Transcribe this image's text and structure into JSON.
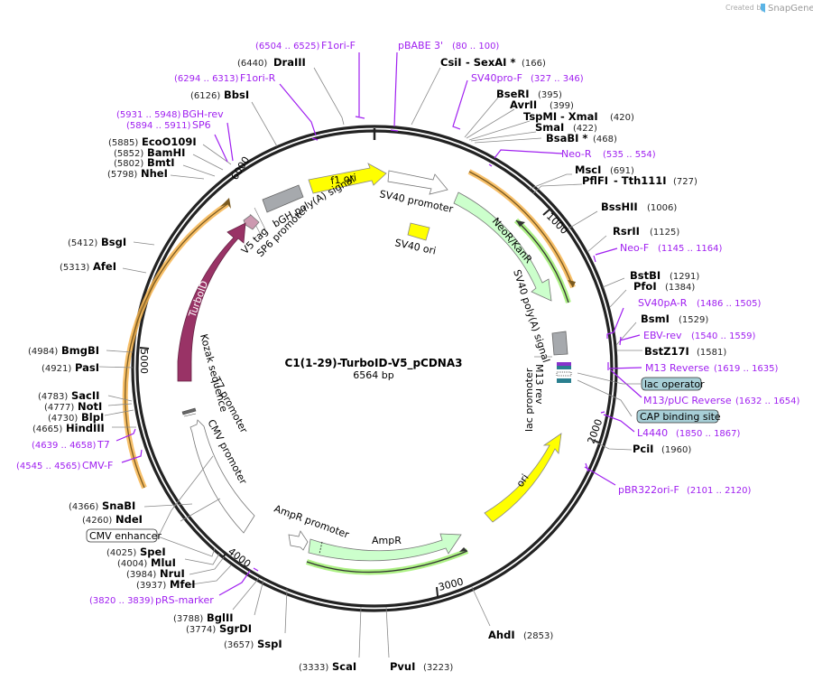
{
  "credit": {
    "prefix": "Created by",
    "brand": "SnapGene"
  },
  "map": {
    "name": "C1(1-29)-TurboID-V5_pCDNA3",
    "length_label": "6564 bp",
    "ticks": [
      "1000",
      "2000",
      "3000",
      "4000",
      "5000",
      "6000"
    ]
  },
  "enzymes": [
    {
      "name": "DraIII",
      "pos": "(6440)"
    },
    {
      "name": "CsiI",
      "extra": "- SexAI *",
      "pos": "(166)"
    },
    {
      "name": "BbsI",
      "pos": "(6126)"
    },
    {
      "name": "BseRI",
      "pos": "(395)"
    },
    {
      "name": "AvrII",
      "pos": "(399)"
    },
    {
      "name": "TspMI",
      "extra": "- XmaI",
      "pos": "(420)"
    },
    {
      "name": "SmaI",
      "pos": "(422)"
    },
    {
      "name": "BsaBI *",
      "pos": "(468)"
    },
    {
      "name": "EcoO109I",
      "pos": "(5885)"
    },
    {
      "name": "BamHI",
      "pos": "(5852)"
    },
    {
      "name": "BmtI",
      "pos": "(5802)"
    },
    {
      "name": "NheI",
      "pos": "(5798)"
    },
    {
      "name": "MscI",
      "pos": "(691)"
    },
    {
      "name": "PflFI",
      "extra": "- Tth111I",
      "pos": "(727)"
    },
    {
      "name": "BssHII",
      "pos": "(1006)"
    },
    {
      "name": "RsrII",
      "pos": "(1125)"
    },
    {
      "name": "BsgI",
      "pos": "(5412)"
    },
    {
      "name": "AfeI",
      "pos": "(5313)"
    },
    {
      "name": "BstBI",
      "pos": "(1291)"
    },
    {
      "name": "PfoI",
      "pos": "(1384)"
    },
    {
      "name": "BsmI",
      "pos": "(1529)"
    },
    {
      "name": "BstZ17I",
      "pos": "(1581)"
    },
    {
      "name": "BmgBI",
      "pos": "(4984)"
    },
    {
      "name": "PasI",
      "pos": "(4921)"
    },
    {
      "name": "SacII",
      "pos": "(4783)"
    },
    {
      "name": "NotI",
      "pos": "(4777)"
    },
    {
      "name": "BlpI",
      "pos": "(4730)"
    },
    {
      "name": "HindIII",
      "pos": "(4665)"
    },
    {
      "name": "PciI",
      "pos": "(1960)"
    },
    {
      "name": "SnaBI",
      "pos": "(4366)"
    },
    {
      "name": "NdeI",
      "pos": "(4260)"
    },
    {
      "name": "SpeI",
      "pos": "(4025)"
    },
    {
      "name": "MluI",
      "pos": "(4004)"
    },
    {
      "name": "NruI",
      "pos": "(3984)"
    },
    {
      "name": "MfeI",
      "pos": "(3937)"
    },
    {
      "name": "BglII",
      "pos": "(3788)"
    },
    {
      "name": "SgrDI",
      "pos": "(3774)"
    },
    {
      "name": "SspI",
      "pos": "(3657)"
    },
    {
      "name": "AhdI",
      "pos": "(2853)"
    },
    {
      "name": "ScaI",
      "pos": "(3333)"
    },
    {
      "name": "PvuI",
      "pos": "(3223)"
    }
  ],
  "primers": [
    {
      "name": "F1ori-F",
      "range": "(6504 .. 6525)"
    },
    {
      "name": "pBABE 3'",
      "range": "(80 .. 100)"
    },
    {
      "name": "F1ori-R",
      "range": "(6294 .. 6313)"
    },
    {
      "name": "SV40pro-F",
      "range": "(327 .. 346)"
    },
    {
      "name": "BGH-rev",
      "range": "(5931 .. 5948)"
    },
    {
      "name": "SP6",
      "range": "(5894 .. 5911)"
    },
    {
      "name": "Neo-R",
      "range": "(535 .. 554)"
    },
    {
      "name": "Neo-F",
      "range": "(1145 .. 1164)"
    },
    {
      "name": "SV40pA-R",
      "range": "(1486 .. 1505)"
    },
    {
      "name": "EBV-rev",
      "range": "(1540 .. 1559)"
    },
    {
      "name": "M13 Reverse",
      "range": "(1619 .. 1635)"
    },
    {
      "name": "M13/pUC Reverse",
      "range": "(1632 .. 1654)"
    },
    {
      "name": "L4440",
      "range": "(1850 .. 1867)"
    },
    {
      "name": "pBR322ori-F",
      "range": "(2101 .. 2120)"
    },
    {
      "name": "T7",
      "range": "(4639 .. 4658)"
    },
    {
      "name": "CMV-F",
      "range": "(4545 .. 4565)"
    },
    {
      "name": "pRS-marker",
      "range": "(3820 .. 3839)"
    }
  ],
  "boxed_features": [
    {
      "name": "lac operator"
    },
    {
      "name": "CAP binding site"
    },
    {
      "name": "CMV enhancer"
    }
  ],
  "features": {
    "f1_ori": "f1 ori",
    "sv40_promoter": "SV40 promoter",
    "sv40_ori": "SV40 ori",
    "bgh_polya": "bGH poly(A) signal",
    "v5_tag": "V5 tag",
    "sp6_promoter": "SP6 promoter",
    "neor": "NeoR/KanR",
    "sv40_polya": "SV40 poly(A) signal",
    "m13_rev": "M13 rev",
    "lac_promoter": "lac promoter",
    "turboid": "TurboID",
    "kozak": "Kozak sequence",
    "t7_promoter": "T7 promoter",
    "cmv_promoter": "CMV promoter",
    "ampr_promoter": "AmpR promoter",
    "ampr": "AmpR",
    "ori": "ori"
  },
  "colors": {
    "backbone": "#222222",
    "primer": "#a020f0",
    "f1_ori": "#ffff00",
    "neor": "#ccffcc",
    "turboid": "#993366",
    "polya": "#a6a9ad",
    "orf_outline": "#f6b44d",
    "orf_green": "#99ee66",
    "boxed_fill": "#a7ced6"
  }
}
